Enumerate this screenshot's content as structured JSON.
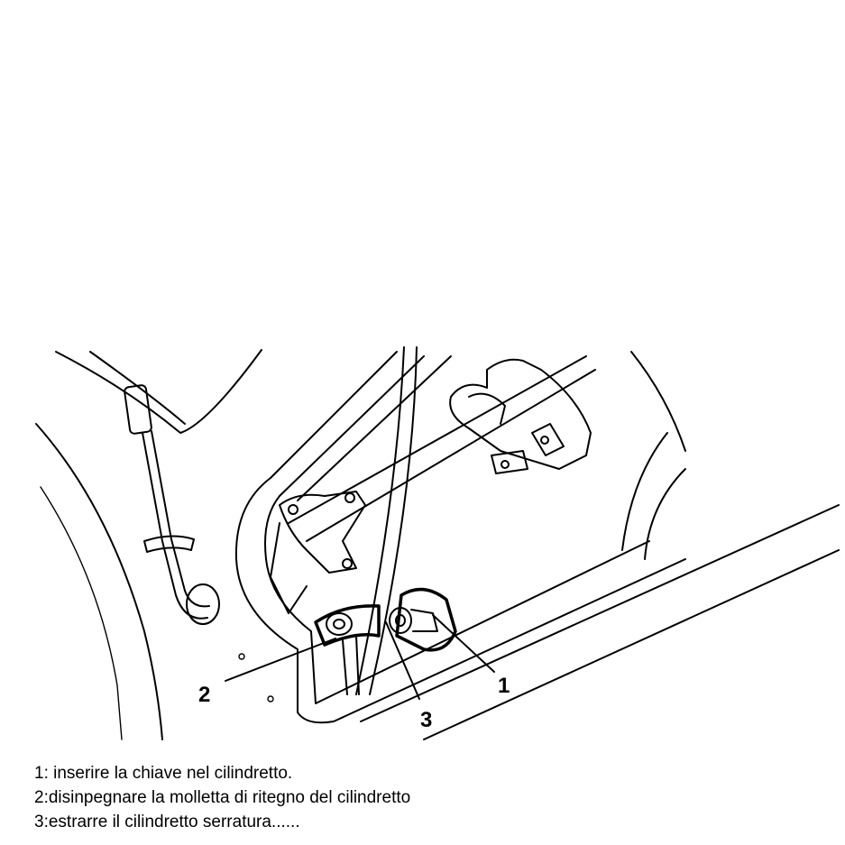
{
  "diagram": {
    "callouts": [
      {
        "number": "1"
      },
      {
        "number": "2"
      },
      {
        "number": "3"
      }
    ],
    "captions": [
      "1: inserire la chiave nel cilindretto.",
      "2:disinpegnare la molletta di ritegno del cilindretto",
      "3:estrarre il cilindretto serratura......"
    ]
  }
}
